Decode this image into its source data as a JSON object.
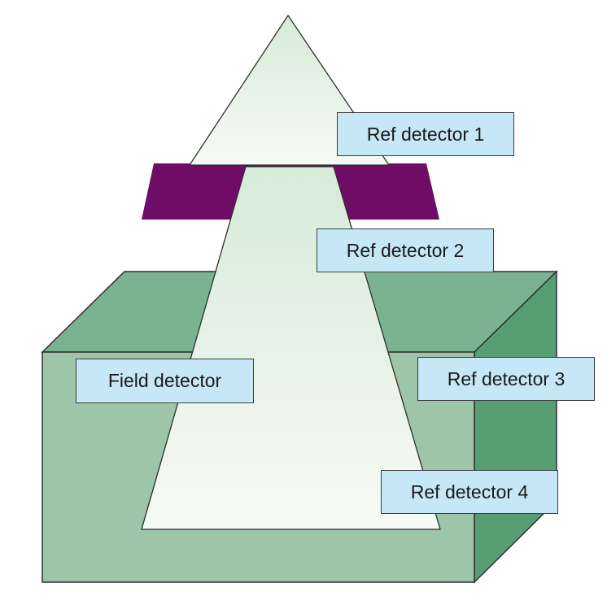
{
  "colors": {
    "phantom_front": "#9dc5a8",
    "phantom_top": "#7ab38f",
    "phantom_side": "#579f72",
    "collimator": "#6e0c66",
    "beam_light": "#f6faf5",
    "beam_dark": "#d6ebd8",
    "label_fill": "#c6e8f6"
  },
  "labels": {
    "ref1": "Ref detector 1",
    "ref2": "Ref detector 2",
    "field": "Field detector",
    "ref3": "Ref detector 3",
    "ref4": "Ref detector 4"
  }
}
